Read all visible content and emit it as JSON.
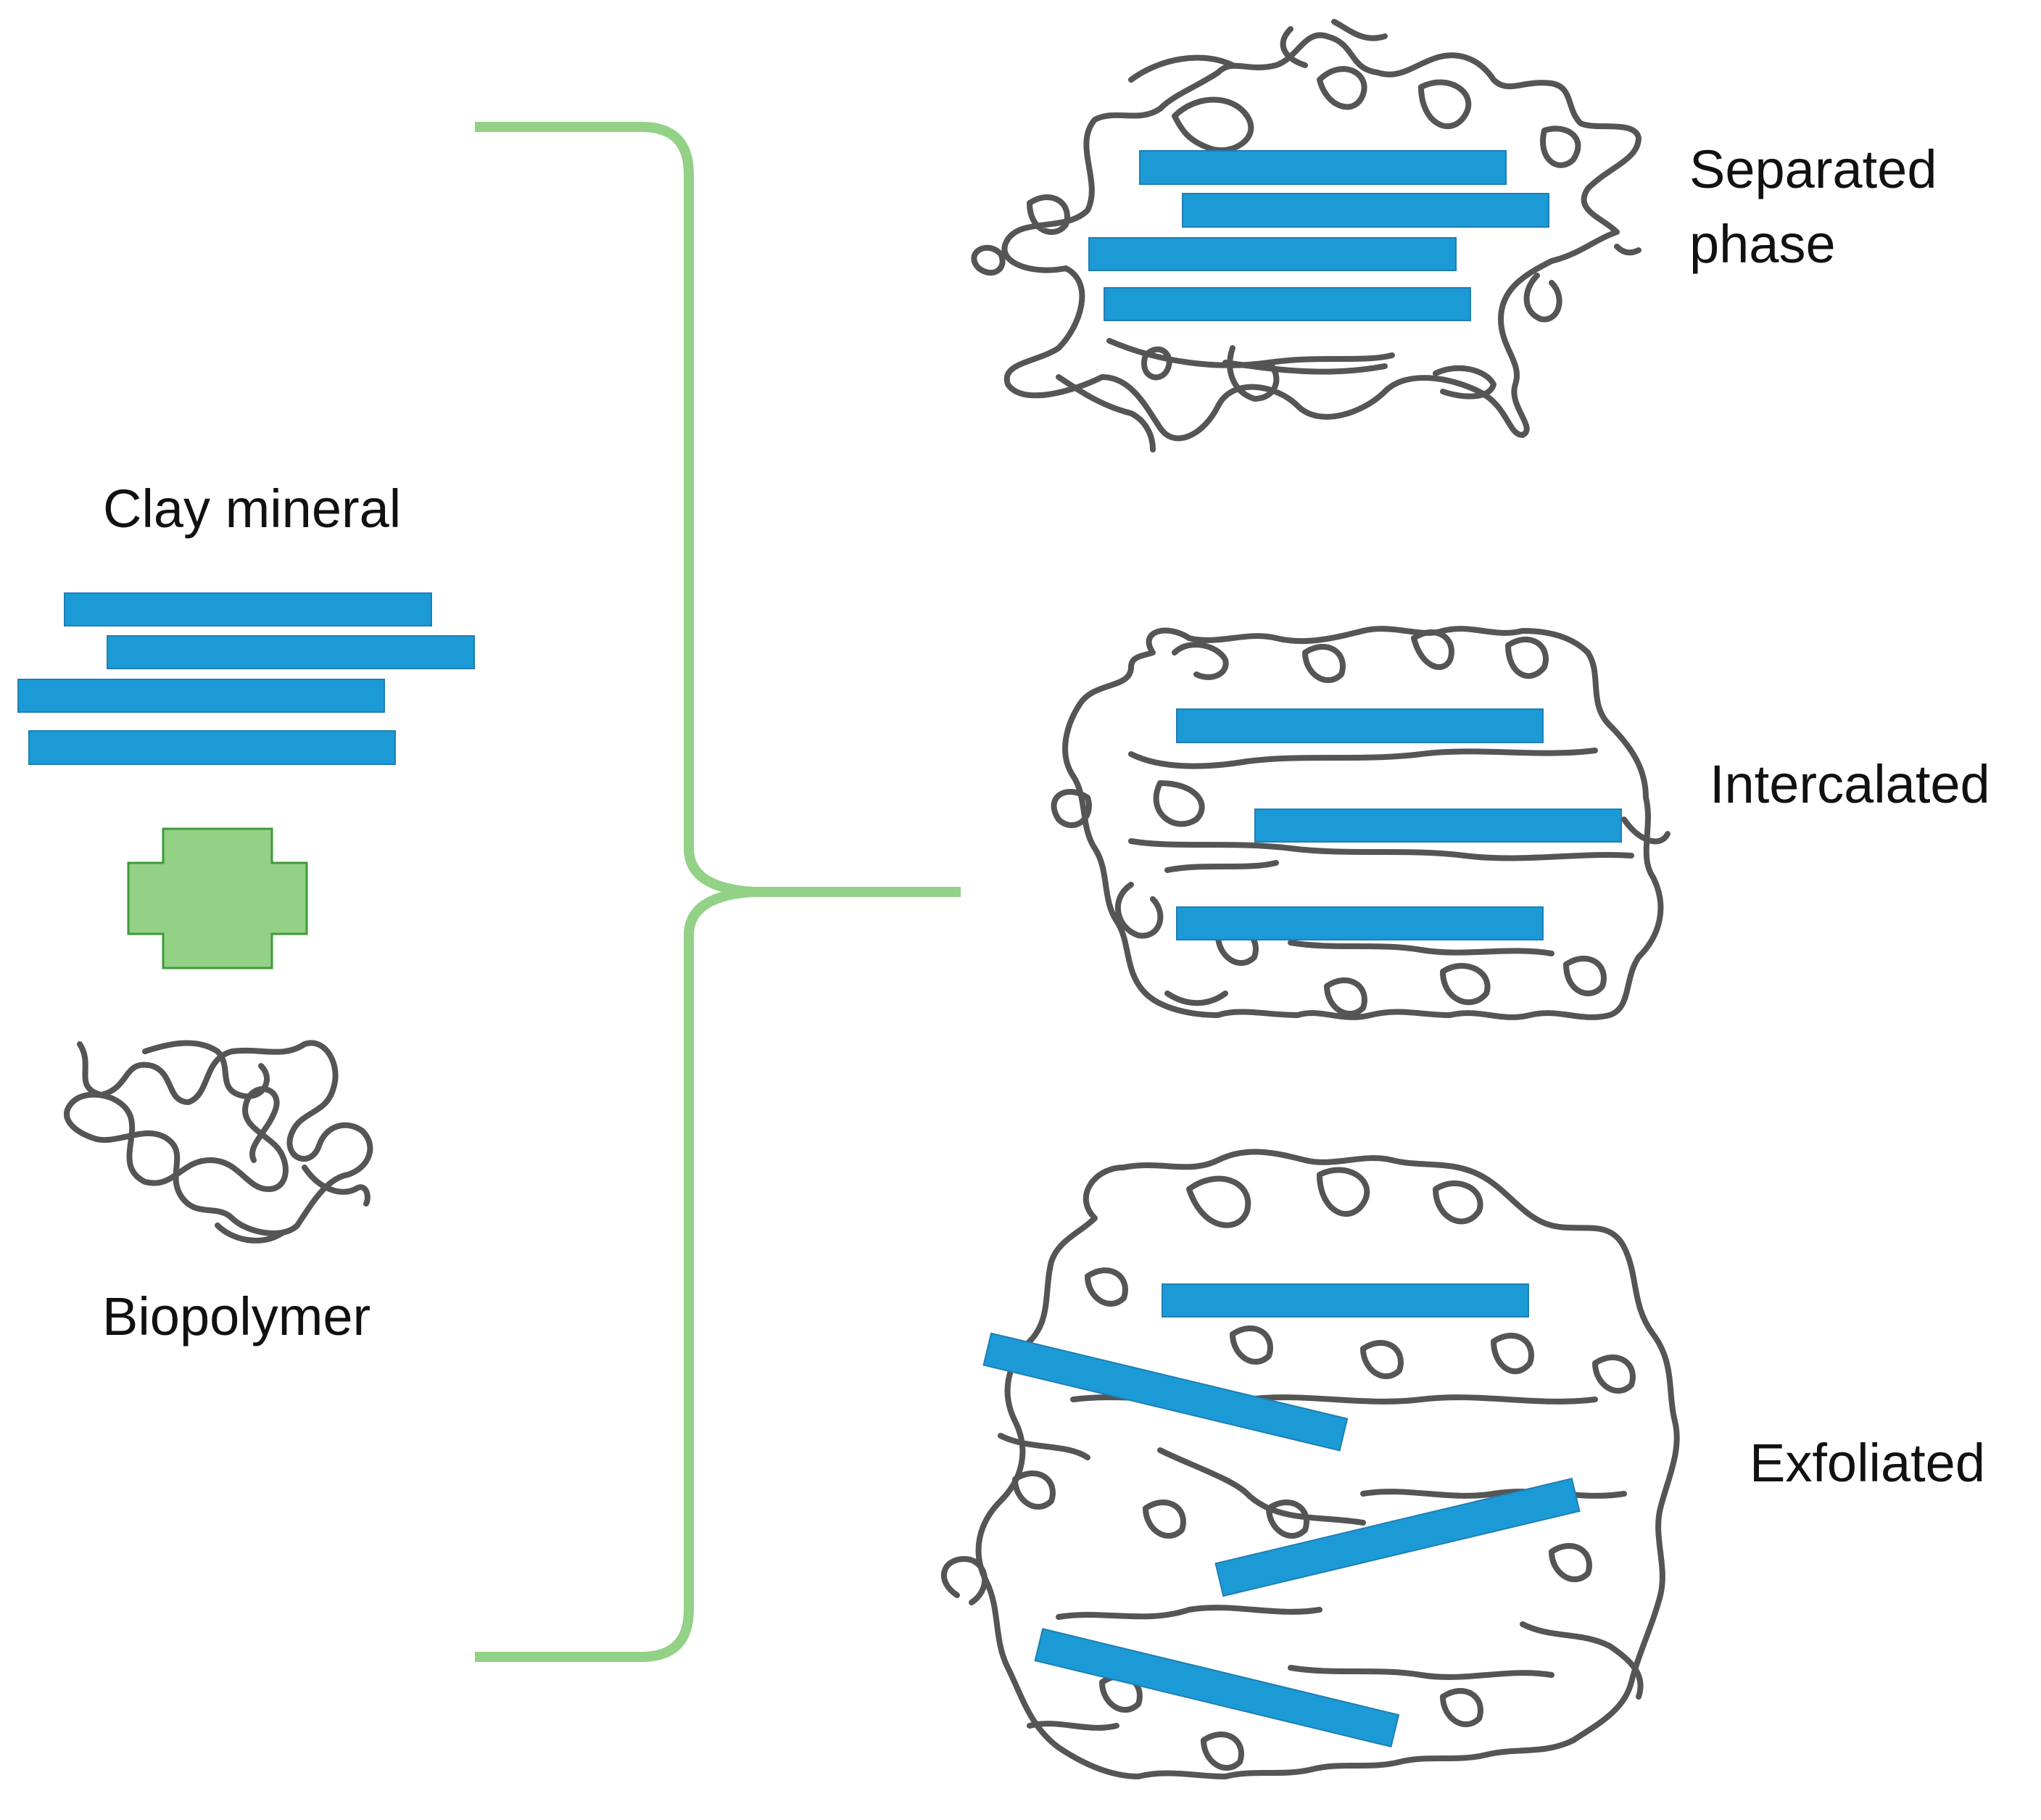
{
  "inputs": {
    "clay_label": "Clay mineral",
    "polymer_label": "Biopolymer",
    "combine_symbol": "plus"
  },
  "outcomes": [
    {
      "line1": "Separated",
      "line2": "phase"
    },
    {
      "line1": "Intercalated"
    },
    {
      "line1": "Exfoliated"
    }
  ],
  "colors": {
    "clay_sheet": "#1b9ad6",
    "plus_fill": "#93d186",
    "plus_stroke": "#3f9a3a",
    "bracket": "#93d186",
    "polymer_chain": "#555555"
  }
}
